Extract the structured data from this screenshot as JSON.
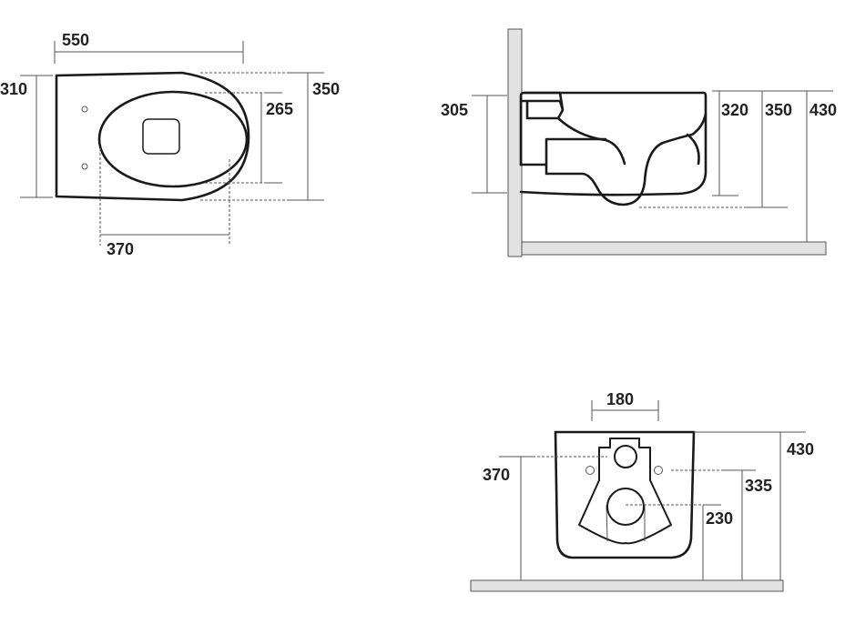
{
  "top_view": {
    "length": "550",
    "rear_width": "310",
    "max_width": "350",
    "bowl_width": "265",
    "bowl_length": "370"
  },
  "side_view": {
    "wall_height": "305",
    "rim_height_1": "320",
    "rim_height_2": "350",
    "floor_to_top": "430"
  },
  "front_view": {
    "fixing_spacing": "180",
    "inlet_height": "370",
    "top_height": "430",
    "fixing_height": "335",
    "outlet_height": "230"
  }
}
